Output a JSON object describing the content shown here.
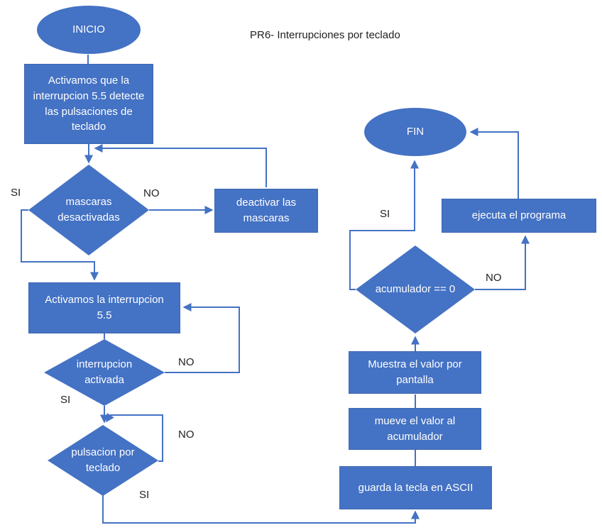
{
  "title": "PR6- Interrupciones por teclado",
  "colors": {
    "shape_fill": "#4472C4",
    "shape_border": "#3E67B1",
    "shape_text": "#FFFFFF",
    "connector": "#4472C4",
    "label_text": "#1F1F1F",
    "background": "#FFFFFF"
  },
  "nodes": {
    "inicio": {
      "label": "INICIO",
      "type": "terminator"
    },
    "activar_deteccion": {
      "label": "Activamos que la interrupcion 5.5 detecte las pulsaciones de teclado",
      "type": "process"
    },
    "mascaras_desactivadas": {
      "label": "mascaras desactivadas",
      "type": "decision"
    },
    "deactivar_mascaras": {
      "label": "deactivar las mascaras",
      "type": "process"
    },
    "activar_interrupcion": {
      "label": "Activamos la interrupcion 5.5",
      "type": "process"
    },
    "interrupcion_activada": {
      "label": "interrupcion activada",
      "type": "decision"
    },
    "pulsacion_teclado": {
      "label": "pulsacion por teclado",
      "type": "decision"
    },
    "guarda_tecla": {
      "label": "guarda la tecla en ASCII",
      "type": "process"
    },
    "mueve_valor": {
      "label": "mueve el valor al acumulador",
      "type": "process"
    },
    "muestra_valor": {
      "label": "Muestra el valor por pantalla",
      "type": "process"
    },
    "acumulador_cero": {
      "label": "acumulador == 0",
      "type": "decision"
    },
    "ejecuta_programa": {
      "label": "ejecuta el programa",
      "type": "process"
    },
    "fin": {
      "label": "FIN",
      "type": "terminator"
    }
  },
  "branches": {
    "mascaras_si": "SI",
    "mascaras_no": "NO",
    "interrupcion_si": "SI",
    "interrupcion_no": "NO",
    "pulsacion_no": "NO",
    "pulsacion_si": "SI",
    "acumulador_si": "SI",
    "acumulador_no": "NO"
  }
}
